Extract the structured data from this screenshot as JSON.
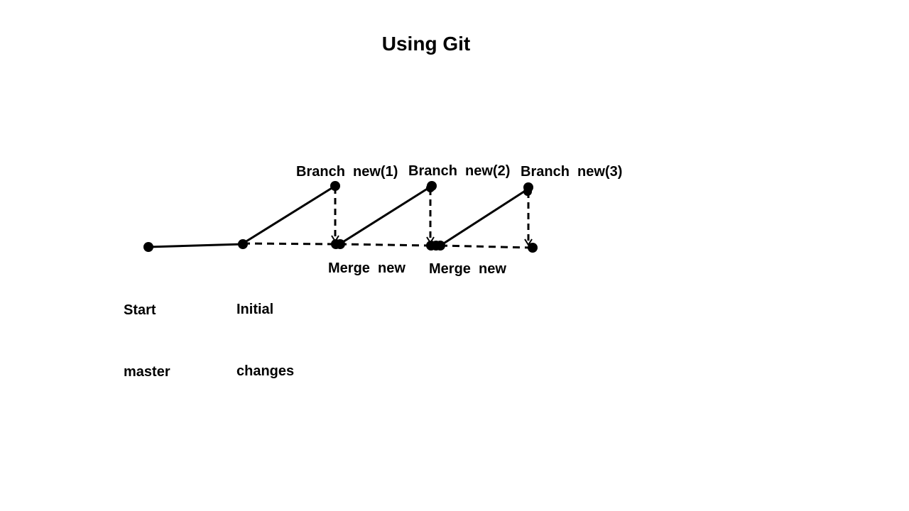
{
  "title": "Using Git",
  "labels": {
    "start": [
      "Start",
      "master"
    ],
    "initial": [
      "Initial",
      "changes"
    ],
    "branch1": "Branch  new(1)",
    "branch2": "Branch  new(2)",
    "branch3": "Branch  new(3)",
    "merge1": "Merge  new",
    "merge2": "Merge  new"
  },
  "colors": {
    "ink": "#000000",
    "background": "#ffffff"
  }
}
